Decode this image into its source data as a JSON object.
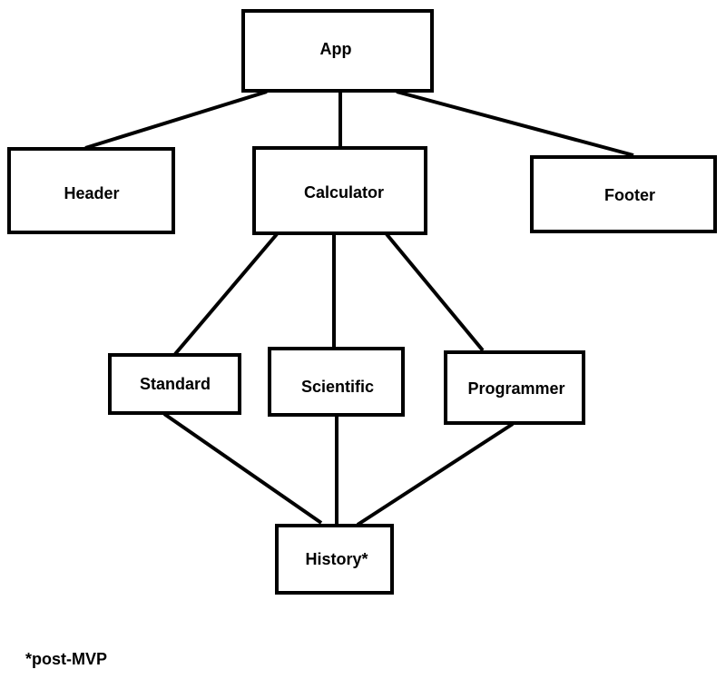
{
  "nodes": {
    "app": "App",
    "header": "Header",
    "calculator": "Calculator",
    "footer": "Footer",
    "standard": "Standard",
    "scientific": "Scientific",
    "programmer": "Programmer",
    "history": "History*"
  },
  "footnote": "*post-MVP",
  "colors": {
    "stroke": "#000000",
    "background": "#ffffff"
  }
}
